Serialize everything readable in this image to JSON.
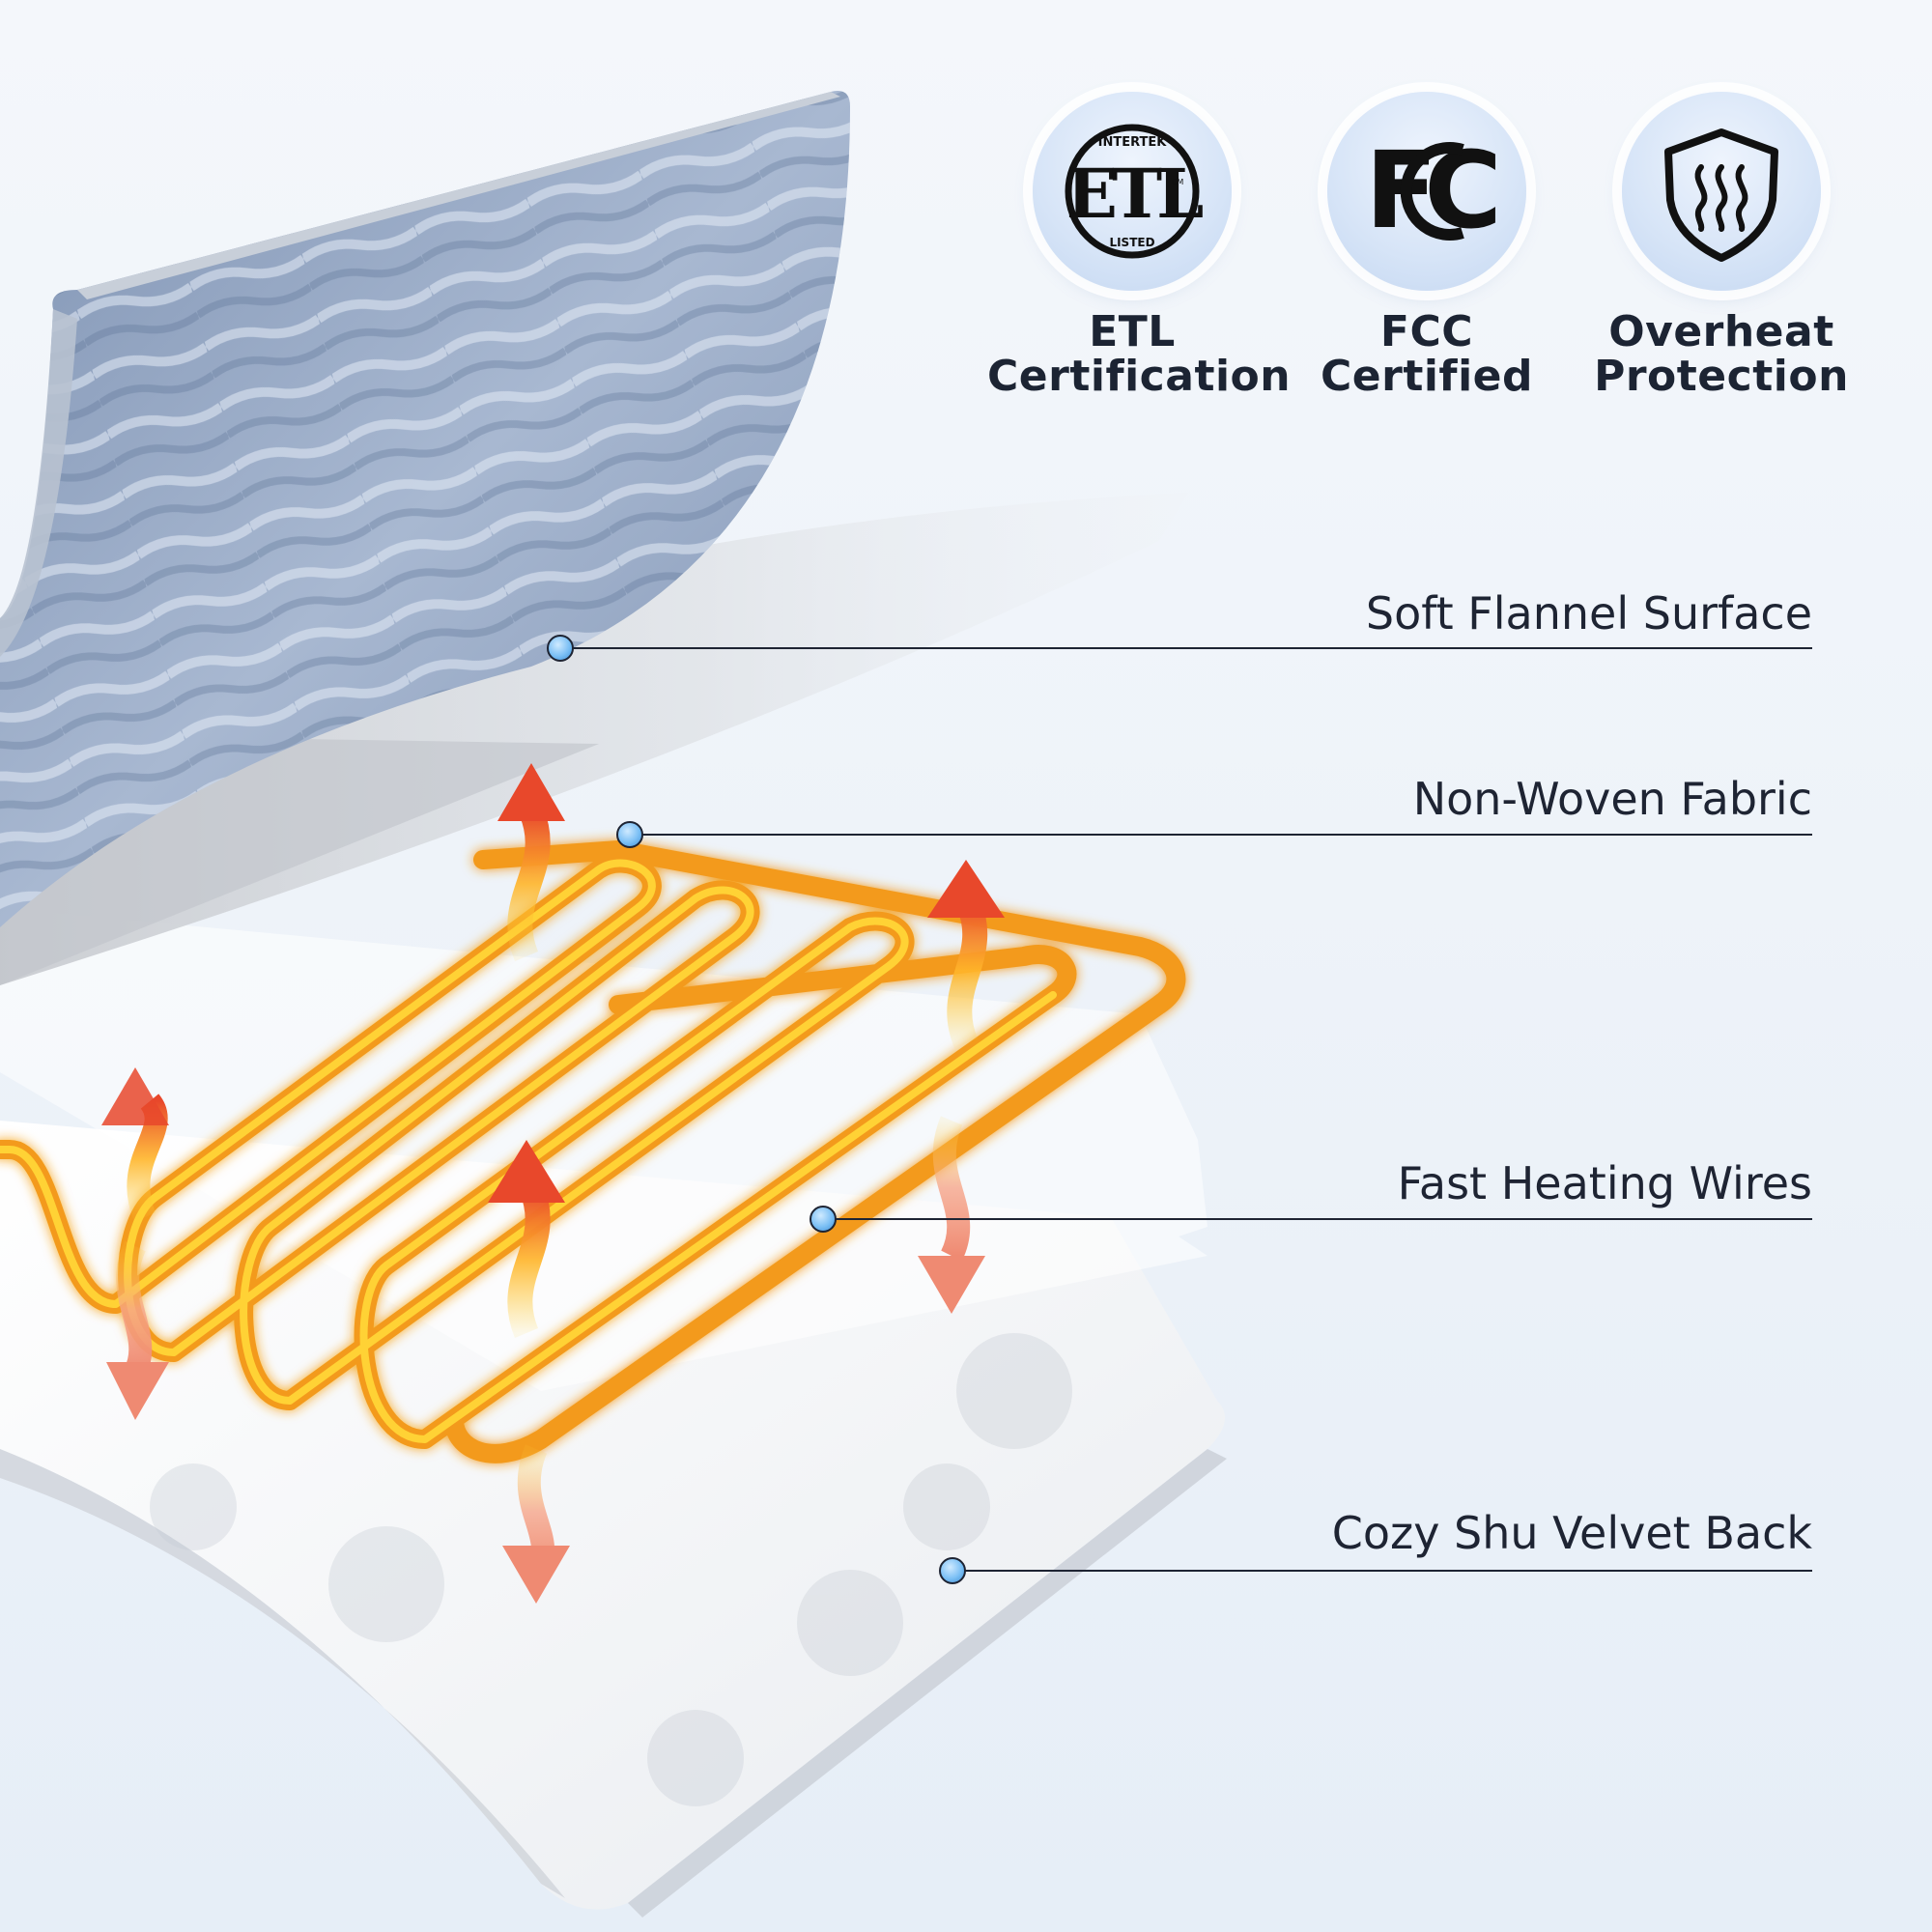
{
  "badges": [
    {
      "icon": "etl-logo-icon",
      "seal_text_top": "INTERTEK",
      "seal_text_bottom": "LISTED",
      "seal_mark": "ETL",
      "seal_small": "CM",
      "line1": "ETL",
      "line2": "Certification"
    },
    {
      "icon": "fcc-logo-icon",
      "seal_mark": "FC",
      "line1": "FCC",
      "line2": "Certified"
    },
    {
      "icon": "shield-heat-icon",
      "line1": "Overheat",
      "line2": "Protection"
    }
  ],
  "layers": [
    {
      "label": "Soft Flannel Surface"
    },
    {
      "label": "Non-Woven Fabric"
    },
    {
      "label": "Fast Heating Wires"
    },
    {
      "label": "Cozy Shu Velvet Back"
    }
  ],
  "colors": {
    "flannel": "#8fa2c1",
    "wire_orange": "#f08a1a",
    "wire_yellow": "#ffc21a",
    "arrow_red": "#e8482b",
    "text_dark": "#1c2433",
    "dot_blue": "#6fb6f0"
  }
}
